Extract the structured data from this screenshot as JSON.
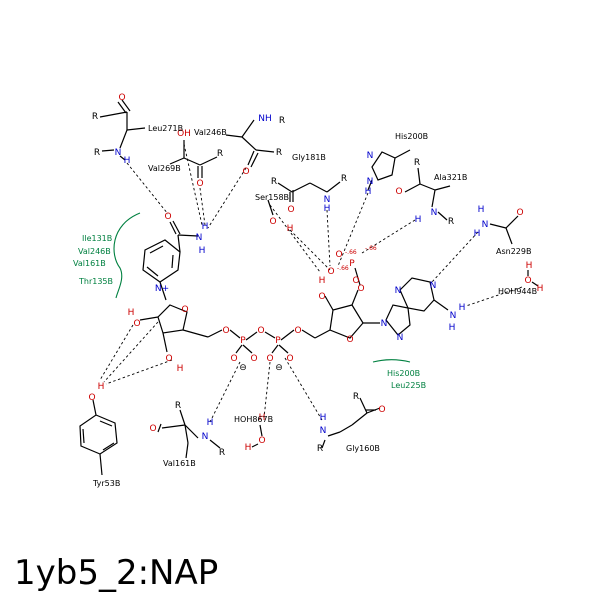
{
  "title": "1yb5_2:NAP",
  "colors": {
    "bond": "#000000",
    "nitrogen": "#0000cc",
    "oxygen": "#cc0000",
    "hydrophobic": "#008040"
  },
  "residues": {
    "leu271": "Leu271B",
    "val246a": "Val246B",
    "val269": "Val269B",
    "gly181": "Gly181B",
    "his200a": "His200B",
    "ser158": "Ser158B",
    "ala321": "Ala321B",
    "asn229": "Asn229B",
    "hoh944": "HOH944B",
    "hoh867": "HOH867B",
    "val161a": "Val161B",
    "gly160": "Gly160B",
    "tyr53": "Tyr53B"
  },
  "hydrophobic_left": [
    "Ile131B",
    "Val246B",
    "Val161B",
    "Thr135B"
  ],
  "hydrophobic_bottom": [
    "His200B",
    "Leu225B"
  ],
  "atoms": {
    "R": "R",
    "O": "O",
    "N": "N",
    "H": "H",
    "NH": "NH",
    "OH": "OH",
    "P": "P",
    "Nplus": "N+",
    "minus": "⊖",
    "charge1": "-.66",
    "charge2": "-.66",
    "charge3": "-.66"
  }
}
